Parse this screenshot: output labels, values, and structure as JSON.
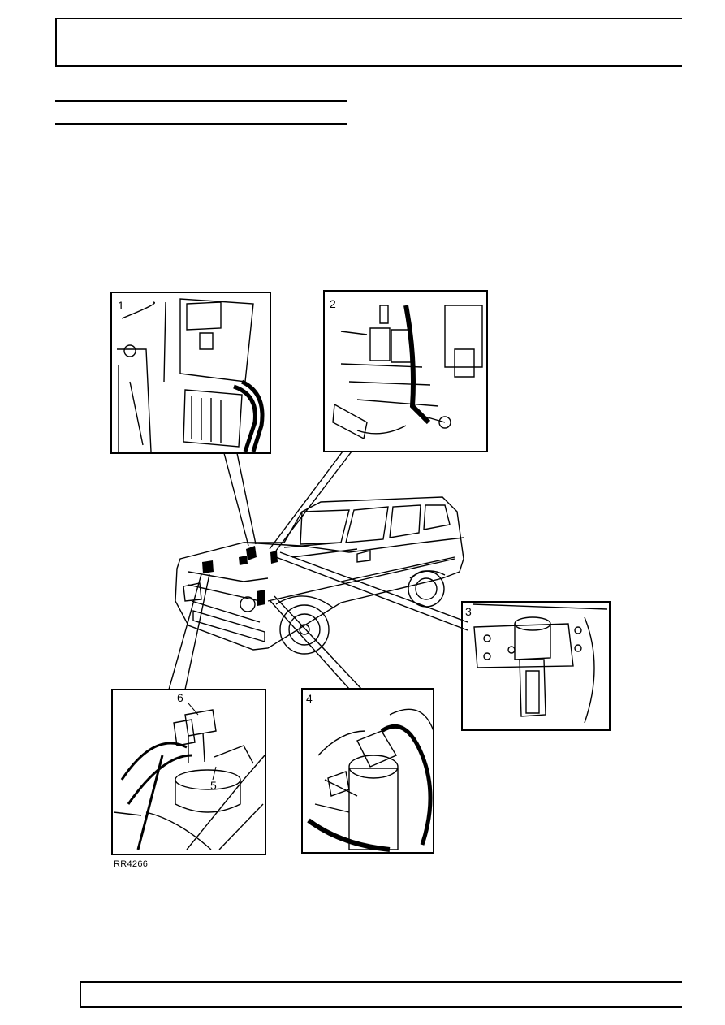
{
  "figure": {
    "reference": "RR4266",
    "callouts": [
      "1",
      "2",
      "3",
      "4",
      "5",
      "6"
    ]
  }
}
